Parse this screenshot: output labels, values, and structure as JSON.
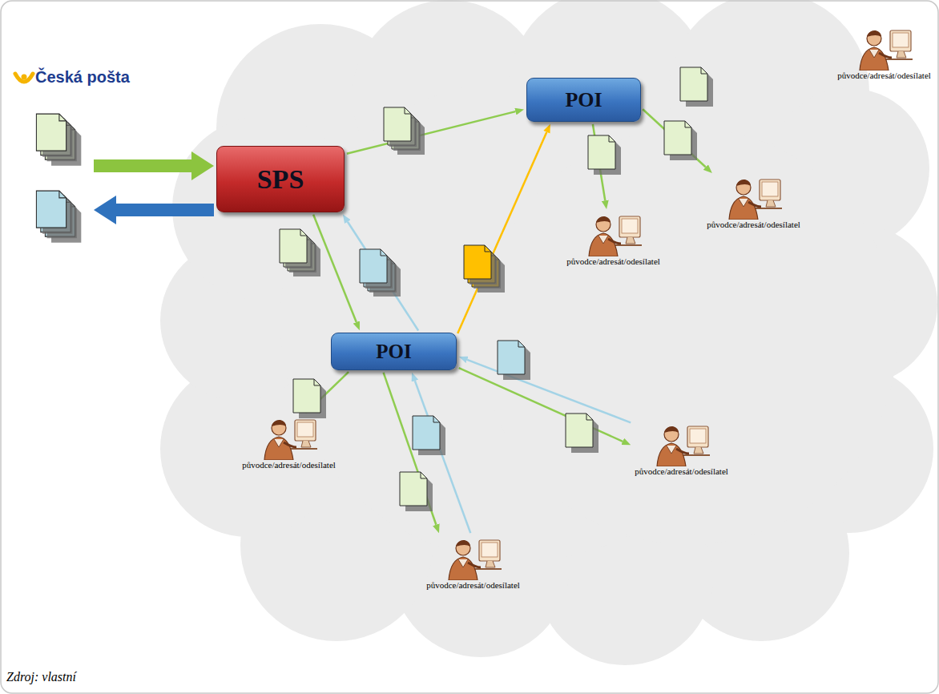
{
  "diagram": {
    "caption": "Zdroj: vlastní",
    "nodes": [
      {
        "text": [
          "Česká pošta"
        ]
      },
      {
        "text": [
          "původce/adresát/odesílatel"
        ]
      },
      {
        "text": [
          "POI"
        ]
      },
      {
        "text": [
          "SPS"
        ]
      },
      {
        "text": [
          "původce/adresát/odesílatel"
        ]
      },
      {
        "text": [
          "původce/adresát/odesílatel"
        ]
      },
      {
        "text": [
          "POI"
        ]
      },
      {
        "text": [
          "původce/adresát/odesílatel"
        ]
      },
      {
        "text": [
          "původce/adresát/odesílatel"
        ]
      },
      {
        "text": [
          "původce/adresát/odesílatel"
        ]
      }
    ],
    "edges": [
      {
        "from": 0,
        "to": 3,
        "arrow": "to"
      },
      {
        "from": 3,
        "to": 0,
        "arrow": "to"
      },
      {
        "from": 3,
        "to": 2,
        "arrow": "to"
      },
      {
        "from": 3,
        "to": 6,
        "arrow": "to"
      },
      {
        "from": 6,
        "to": 3,
        "arrow": "to"
      },
      {
        "from": 6,
        "to": 2,
        "arrow": "to"
      },
      {
        "from": 2,
        "to": 5,
        "arrow": "to"
      },
      {
        "from": 2,
        "to": 4,
        "arrow": "to"
      },
      {
        "from": 6,
        "to": 7,
        "arrow": "to"
      },
      {
        "from": 6,
        "to": 9,
        "arrow": "to"
      },
      {
        "from": 9,
        "to": 6,
        "arrow": "to"
      },
      {
        "from": 6,
        "to": 8,
        "arrow": "to"
      },
      {
        "from": 8,
        "to": 6,
        "arrow": "to"
      }
    ]
  }
}
